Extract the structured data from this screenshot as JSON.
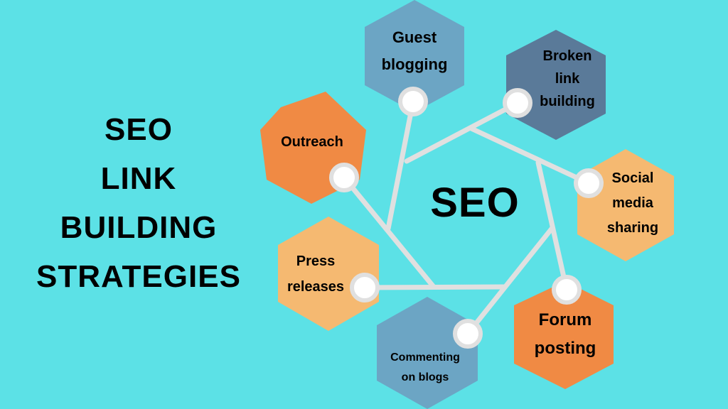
{
  "title": {
    "lines": [
      "SEO",
      "LINK",
      "BUILDING",
      "STRATEGIES"
    ]
  },
  "center": {
    "label": "SEO"
  },
  "colors": {
    "background": "#5ce1e6",
    "connector": "#e0e0e0",
    "node_fill": "#ffffff",
    "steel_blue": "#6ca5c4",
    "slate_blue": "#5a7a99",
    "orange": "#f08a44",
    "light_orange": "#f5b971"
  },
  "strategies": [
    {
      "id": "guest-blogging",
      "lines": [
        "Guest",
        "blogging"
      ],
      "color": "#6ca5c4"
    },
    {
      "id": "broken-link-building",
      "lines": [
        "Broken",
        "link",
        "building"
      ],
      "color": "#5a7a99"
    },
    {
      "id": "social-media-sharing",
      "lines": [
        "Social",
        "media",
        "sharing"
      ],
      "color": "#f5b971"
    },
    {
      "id": "forum-posting",
      "lines": [
        "Forum",
        "posting"
      ],
      "color": "#f08a44"
    },
    {
      "id": "commenting-on-blogs",
      "lines": [
        "Commenting",
        "on blogs"
      ],
      "color": "#6ca5c4"
    },
    {
      "id": "press-releases",
      "lines": [
        "Press",
        "releases"
      ],
      "color": "#f5b971"
    },
    {
      "id": "outreach",
      "lines": [
        "Outreach"
      ],
      "color": "#f08a44"
    }
  ]
}
